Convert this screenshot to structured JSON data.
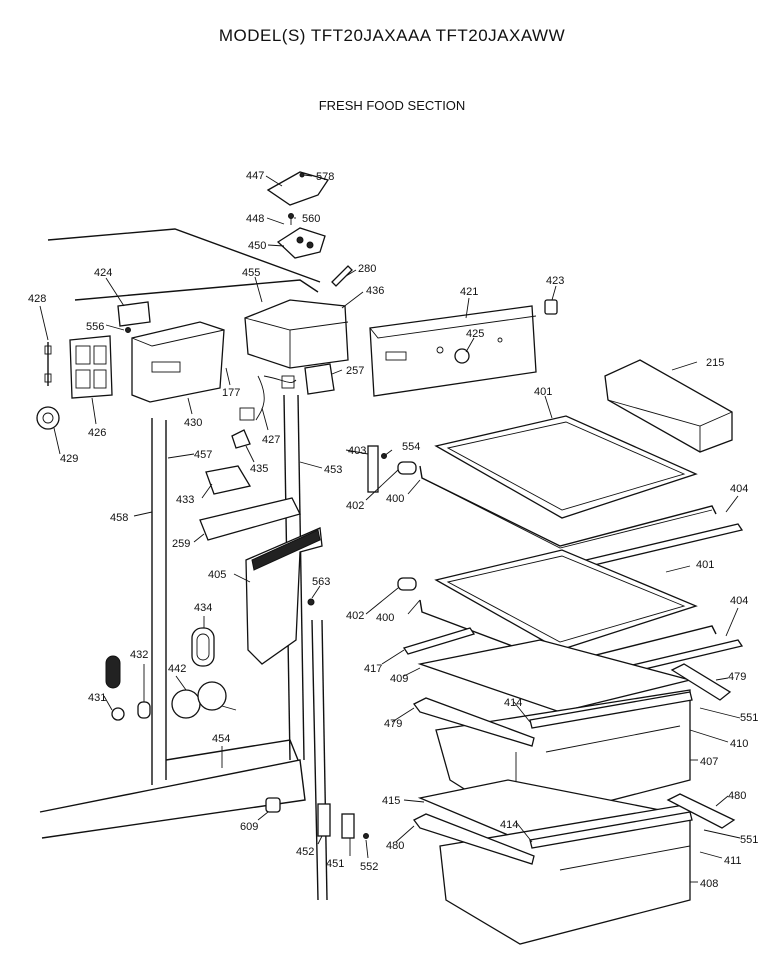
{
  "header": {
    "title": "MODEL(S) TFT20JAXAAA  TFT20JAXAWW",
    "subtitle": "FRESH FOOD SECTION"
  },
  "callouts": [
    {
      "id": "c578",
      "text": "578"
    },
    {
      "id": "c447",
      "text": "447"
    },
    {
      "id": "c448",
      "text": "448"
    },
    {
      "id": "c560",
      "text": "560"
    },
    {
      "id": "c450",
      "text": "450"
    },
    {
      "id": "c280",
      "text": "280"
    },
    {
      "id": "c424",
      "text": "424"
    },
    {
      "id": "c455",
      "text": "455"
    },
    {
      "id": "c436",
      "text": "436"
    },
    {
      "id": "c421",
      "text": "421"
    },
    {
      "id": "c423",
      "text": "423"
    },
    {
      "id": "c428",
      "text": "428"
    },
    {
      "id": "c556",
      "text": "556"
    },
    {
      "id": "c425",
      "text": "425"
    },
    {
      "id": "c215",
      "text": "215"
    },
    {
      "id": "c257",
      "text": "257"
    },
    {
      "id": "c177",
      "text": "177"
    },
    {
      "id": "c426",
      "text": "426"
    },
    {
      "id": "c430",
      "text": "430"
    },
    {
      "id": "c401a",
      "text": "401"
    },
    {
      "id": "c427",
      "text": "427"
    },
    {
      "id": "c429",
      "text": "429"
    },
    {
      "id": "c457",
      "text": "457"
    },
    {
      "id": "c403",
      "text": "403"
    },
    {
      "id": "c554",
      "text": "554"
    },
    {
      "id": "c435",
      "text": "435"
    },
    {
      "id": "c453",
      "text": "453"
    },
    {
      "id": "c404a",
      "text": "404"
    },
    {
      "id": "c433",
      "text": "433"
    },
    {
      "id": "c402a",
      "text": "402"
    },
    {
      "id": "c400a",
      "text": "400"
    },
    {
      "id": "c458",
      "text": "458"
    },
    {
      "id": "c259",
      "text": "259"
    },
    {
      "id": "c401b",
      "text": "401"
    },
    {
      "id": "c405",
      "text": "405"
    },
    {
      "id": "c563",
      "text": "563"
    },
    {
      "id": "c434",
      "text": "434"
    },
    {
      "id": "c402b",
      "text": "402"
    },
    {
      "id": "c400b",
      "text": "400"
    },
    {
      "id": "c404b",
      "text": "404"
    },
    {
      "id": "c432",
      "text": "432"
    },
    {
      "id": "c442",
      "text": "442"
    },
    {
      "id": "c417",
      "text": "417"
    },
    {
      "id": "c479a",
      "text": "479"
    },
    {
      "id": "c409",
      "text": "409"
    },
    {
      "id": "c431",
      "text": "431"
    },
    {
      "id": "c414a",
      "text": "414"
    },
    {
      "id": "c479b",
      "text": "479"
    },
    {
      "id": "c551a",
      "text": "551"
    },
    {
      "id": "c410",
      "text": "410"
    },
    {
      "id": "c454",
      "text": "454"
    },
    {
      "id": "c407",
      "text": "407"
    },
    {
      "id": "c480a",
      "text": "480"
    },
    {
      "id": "c415",
      "text": "415"
    },
    {
      "id": "c609",
      "text": "609"
    },
    {
      "id": "c414b",
      "text": "414"
    },
    {
      "id": "c551b",
      "text": "551"
    },
    {
      "id": "c480b",
      "text": "480"
    },
    {
      "id": "c452",
      "text": "452"
    },
    {
      "id": "c451",
      "text": "451"
    },
    {
      "id": "c411",
      "text": "411"
    },
    {
      "id": "c552",
      "text": "552"
    },
    {
      "id": "c408",
      "text": "408"
    }
  ]
}
